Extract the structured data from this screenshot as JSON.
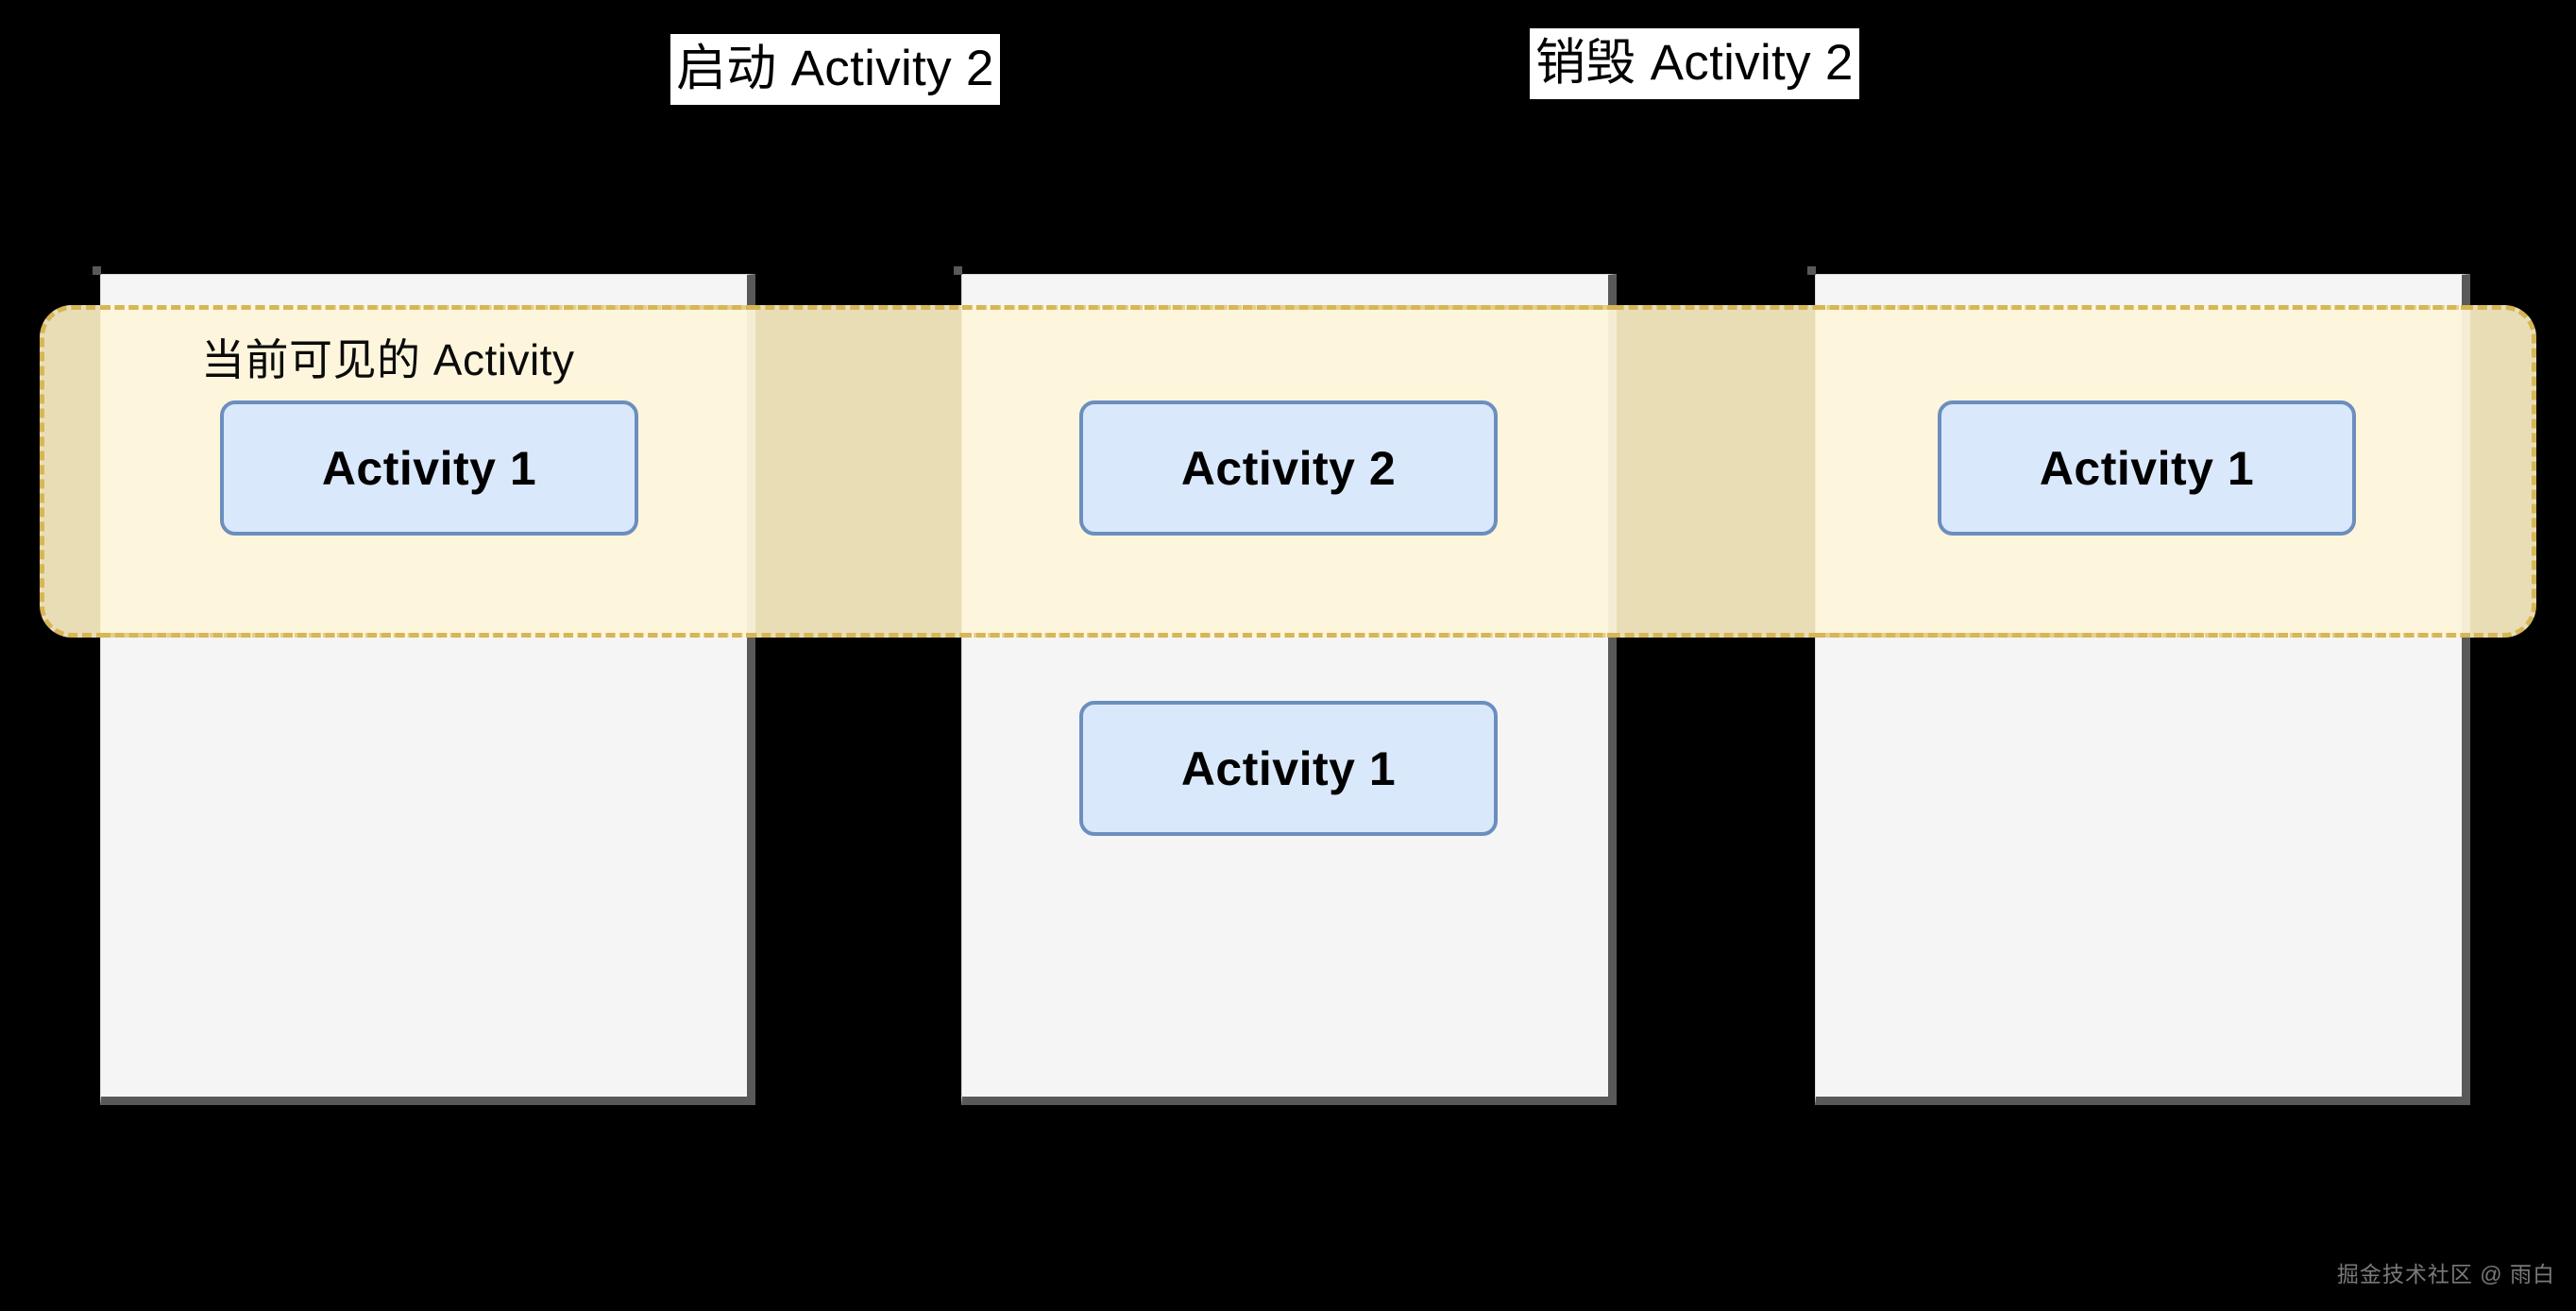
{
  "diagram": {
    "title_labels": [
      {
        "id": "start-activity-2",
        "text": "启动 Activity 2"
      },
      {
        "id": "destroy-activity-2",
        "text": "销毁 Activity 2"
      }
    ],
    "visible_band": {
      "caption": "当前可见的 Activity",
      "fill_color": "#fdf0c5",
      "border_color": "#d6b656",
      "border_style": "dashed"
    },
    "panel_style": {
      "fill_color": "#f5f5f5",
      "shadow_color": "#595959"
    },
    "card_style": {
      "fill_color": "#dae8fc",
      "border_color": "#6c8ebf",
      "text_color": "#000000"
    },
    "panels": [
      {
        "id": "panel-1",
        "stack": [
          {
            "id": "p1-a1",
            "label": "Activity 1",
            "visible": true
          }
        ]
      },
      {
        "id": "panel-2",
        "stack": [
          {
            "id": "p2-a2",
            "label": "Activity 2",
            "visible": true
          },
          {
            "id": "p2-a1",
            "label": "Activity 1",
            "visible": false
          }
        ]
      },
      {
        "id": "panel-3",
        "stack": [
          {
            "id": "p3-a1",
            "label": "Activity 1",
            "visible": true
          }
        ]
      }
    ],
    "watermark": "掘金技术社区 @ 雨白"
  }
}
